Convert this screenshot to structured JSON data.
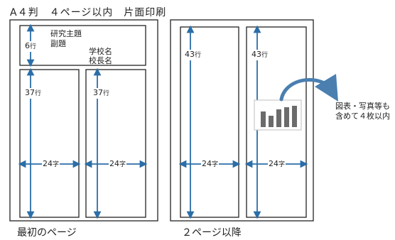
{
  "heading": "A４判　４ページ以内　片面印刷",
  "page1": {
    "caption": "最初のページ",
    "header_title": "研究主題",
    "header_subtitle": "副題",
    "school_name": "学校名",
    "principal_name": "校長名",
    "header_rows": "6",
    "col_rows": "37",
    "col_chars": "24"
  },
  "page2": {
    "caption": "２ページ以降",
    "col_rows": "43",
    "col_chars": "24",
    "figure_note_line1": "図表・写真等も",
    "figure_note_line2": "含めて４枚以内"
  },
  "units": {
    "row": "行",
    "char": "字"
  },
  "colors": {
    "arrow": "#2b6ea8",
    "frame": "#222222",
    "chart_bar": "#6b6b6b"
  }
}
